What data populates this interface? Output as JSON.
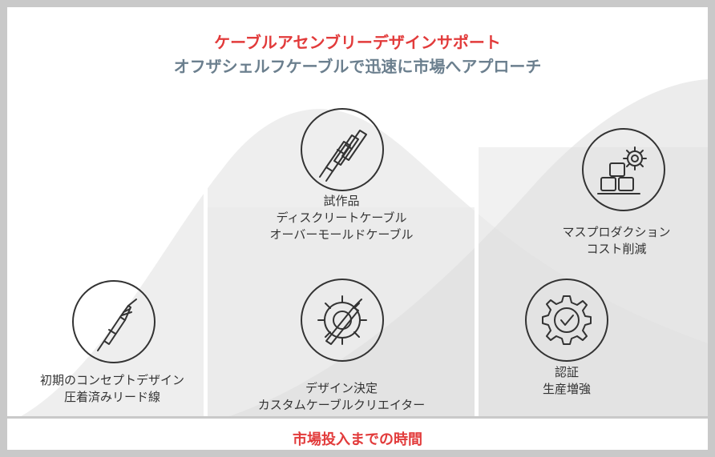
{
  "header": {
    "title": "ケーブルアセンブリーデザインサポート",
    "subtitle": "オフザシェルフケーブルで迅速に市場へアプローチ"
  },
  "stages": [
    {
      "icon": "probe-icon",
      "lines": [
        "初期のコンセプトデザイン",
        "圧着済みリード線"
      ]
    },
    {
      "icon": "cable-connectors-icon",
      "lines": [
        "試作品",
        "ディスクリートケーブル",
        "オーバーモールドケーブル"
      ]
    },
    {
      "icon": "gear-cable-icon",
      "lines": [
        "デザイン決定",
        "カスタムケーブルクリエイター"
      ]
    },
    {
      "icon": "gear-blocks-icon",
      "lines": [
        "マスプロダクション",
        "コスト削減"
      ]
    },
    {
      "icon": "gear-check-icon",
      "lines": [
        "認証",
        "生産増強"
      ]
    }
  ],
  "footer": {
    "label": "市場投入までの時間"
  },
  "colors": {
    "accent_red": "#e23b3b",
    "subtitle_gray": "#6b7f8e",
    "frame_gray": "#c9c9c9"
  }
}
